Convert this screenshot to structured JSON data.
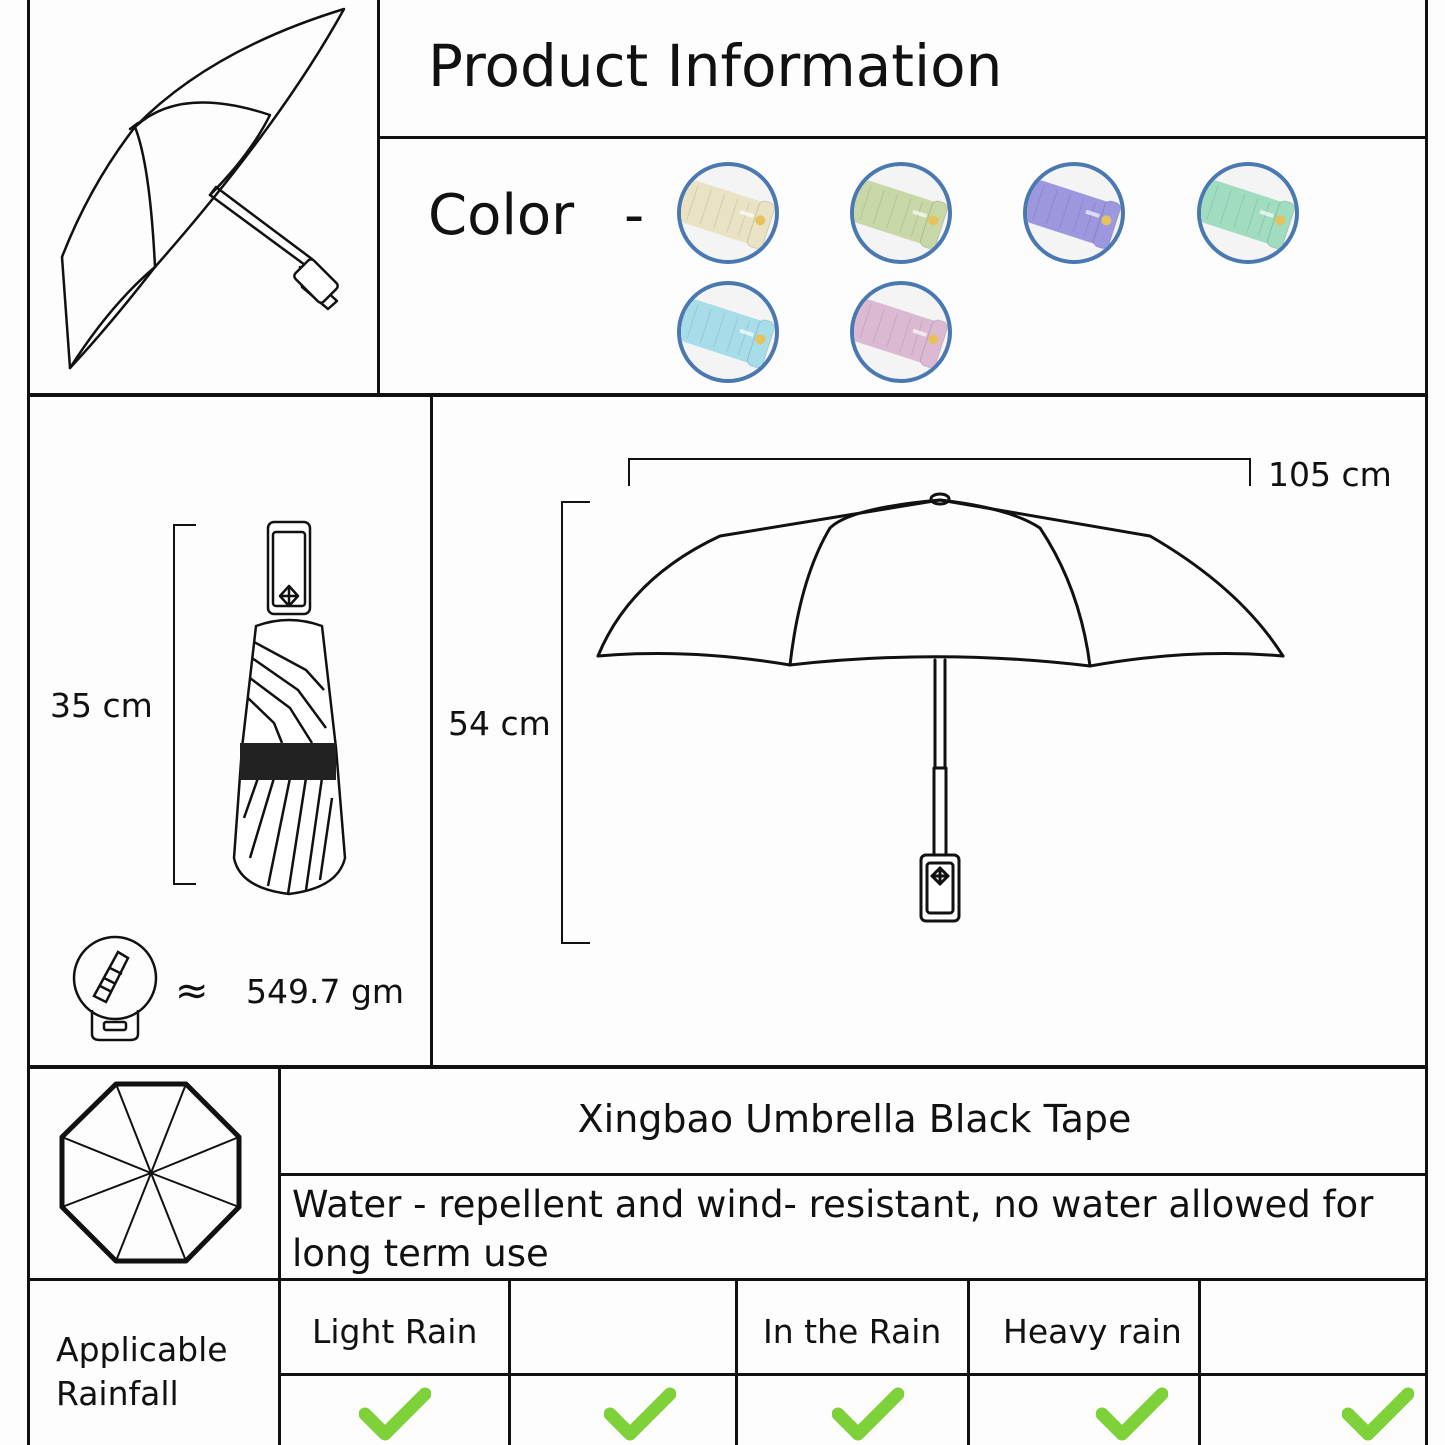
{
  "header": {
    "title": "Product Information"
  },
  "colors": {
    "label": "Color",
    "separator": "-",
    "swatches": [
      {
        "name": "beige",
        "hex": "#e9e2c4"
      },
      {
        "name": "sage green",
        "hex": "#c7d7a8"
      },
      {
        "name": "lavender",
        "hex": "#9d97e0"
      },
      {
        "name": "mint",
        "hex": "#9fdcc0"
      },
      {
        "name": "sky blue",
        "hex": "#a6dde8"
      },
      {
        "name": "pink",
        "hex": "#dcb9d2"
      }
    ],
    "swatch_border": "#4a78b0"
  },
  "dimensions": {
    "folded_length": "35 cm",
    "open_height": "54 cm",
    "open_diameter": "105 cm",
    "weight_symbol": "≈",
    "weight": "549.7 gm"
  },
  "product": {
    "name": "Xingbao Umbrella Black Tape",
    "description": "Water - repellent and wind- resistant, no water allowed for long term use"
  },
  "rainfall": {
    "label": "Applicable Rainfall",
    "columns": [
      {
        "label": "Light Rain",
        "checked": true
      },
      {
        "label": "",
        "checked": true
      },
      {
        "label": "In the Rain",
        "checked": true
      },
      {
        "label": "Heavy rain",
        "checked": true
      },
      {
        "label": "",
        "checked": true
      }
    ],
    "check_color": "#7fd13a"
  }
}
